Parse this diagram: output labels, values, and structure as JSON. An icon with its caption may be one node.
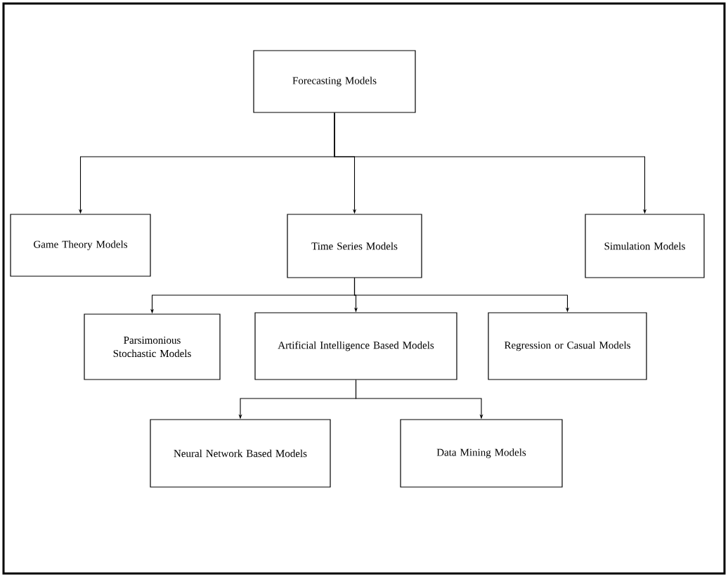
{
  "diagram": {
    "nodes": [
      {
        "text": [
          "Forecasting Models"
        ]
      },
      {
        "text": [
          "Game Theory Models"
        ]
      },
      {
        "text": [
          "Time Series Models"
        ]
      },
      {
        "text": [
          "Simulation Models"
        ]
      },
      {
        "text": [
          "Parsimonious Stochastic Models"
        ]
      },
      {
        "text": [
          "Artificial Intelligence Based Models"
        ]
      },
      {
        "text": [
          "Regression or Casual Models"
        ]
      },
      {
        "text": [
          "Neural Network Based Models"
        ]
      },
      {
        "text": [
          "Data Mining Models"
        ]
      }
    ],
    "edges": [
      {
        "from": 0,
        "to": 1,
        "arrow": "to"
      },
      {
        "from": 0,
        "to": 2,
        "arrow": "to"
      },
      {
        "from": 0,
        "to": 3,
        "arrow": "to"
      },
      {
        "from": 2,
        "to": 4,
        "arrow": "to"
      },
      {
        "from": 2,
        "to": 5,
        "arrow": "to"
      },
      {
        "from": 2,
        "to": 6,
        "arrow": "to"
      },
      {
        "from": 5,
        "to": 7,
        "arrow": "to"
      },
      {
        "from": 5,
        "to": 8,
        "arrow": "to"
      }
    ]
  }
}
